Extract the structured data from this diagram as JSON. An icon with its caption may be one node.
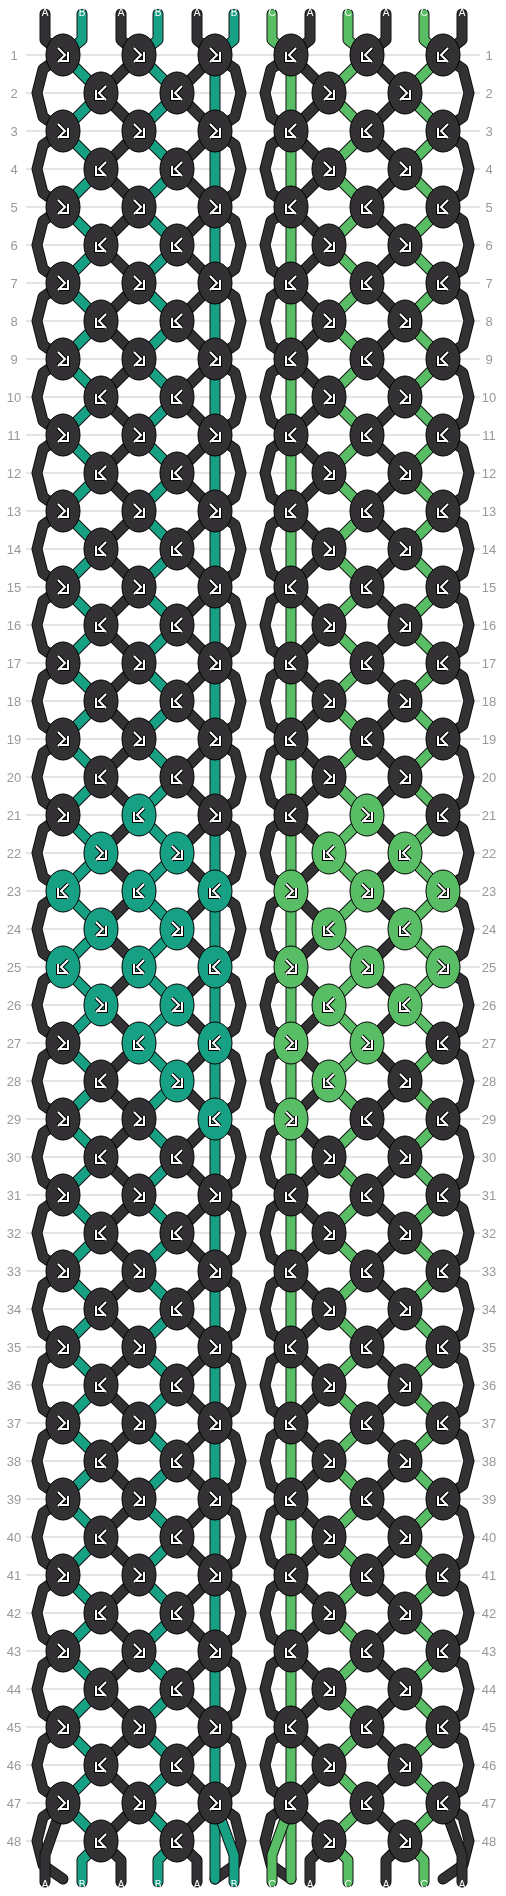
{
  "diagram": {
    "labels": [
      "A",
      "B",
      "A",
      "B",
      "A",
      "B",
      "C",
      "A",
      "C",
      "A",
      "C",
      "A",
      "1",
      "1",
      "2",
      "2",
      "3",
      "3",
      "4",
      "4",
      "5",
      "5",
      "6",
      "6",
      "7",
      "7",
      "8",
      "8",
      "9",
      "9",
      "10",
      "10",
      "11",
      "11",
      "12",
      "12",
      "13",
      "13",
      "14",
      "14",
      "15",
      "15",
      "16",
      "16",
      "17",
      "17",
      "18",
      "18",
      "19",
      "19",
      "20",
      "20",
      "21",
      "21",
      "22",
      "22",
      "23",
      "23",
      "24",
      "24",
      "25",
      "25",
      "26",
      "26",
      "27",
      "27",
      "28",
      "28",
      "29",
      "29",
      "30",
      "30",
      "31",
      "31",
      "32",
      "32",
      "33",
      "33",
      "34",
      "34",
      "35",
      "35",
      "36",
      "36",
      "37",
      "37",
      "38",
      "38",
      "39",
      "39",
      "40",
      "40",
      "41",
      "41",
      "42",
      "42",
      "43",
      "43",
      "44",
      "44",
      "45",
      "45",
      "46",
      "46",
      "47",
      "47",
      "48",
      "48",
      "A",
      "B",
      "A",
      "B",
      "A",
      "B",
      "C",
      "A",
      "C",
      "A",
      "C",
      "A"
    ]
  }
}
